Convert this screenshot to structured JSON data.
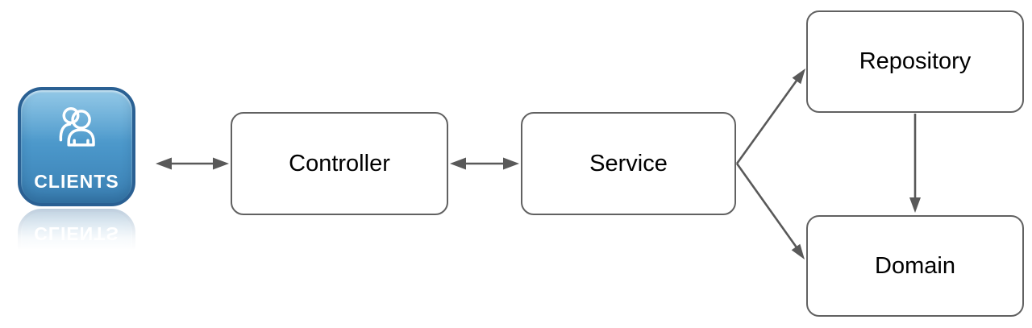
{
  "diagram": {
    "title": "layered-architecture-diagram",
    "nodes": [
      {
        "id": "clients",
        "label": "CLIENTS",
        "type": "icon-button",
        "icon": "users-icon"
      },
      {
        "id": "controller",
        "label": "Controller",
        "type": "box"
      },
      {
        "id": "service",
        "label": "Service",
        "type": "box"
      },
      {
        "id": "repository",
        "label": "Repository",
        "type": "box"
      },
      {
        "id": "domain",
        "label": "Domain",
        "type": "box"
      }
    ],
    "edges": [
      {
        "from": "clients",
        "to": "controller",
        "direction": "bidirectional"
      },
      {
        "from": "controller",
        "to": "service",
        "direction": "bidirectional"
      },
      {
        "from": "service",
        "to": "repository",
        "direction": "forward"
      },
      {
        "from": "service",
        "to": "domain",
        "direction": "forward"
      },
      {
        "from": "repository",
        "to": "domain",
        "direction": "forward"
      }
    ],
    "colors": {
      "line": "#595959",
      "box_border": "#616161",
      "box_fill": "#ffffff",
      "text": "#000000",
      "icon_blue_light": "#64b0dc",
      "icon_blue_mid": "#4a96c9",
      "icon_blue_dark": "#3a7fb2",
      "icon_border": "#2a6093",
      "icon_text": "#ffffff"
    }
  }
}
